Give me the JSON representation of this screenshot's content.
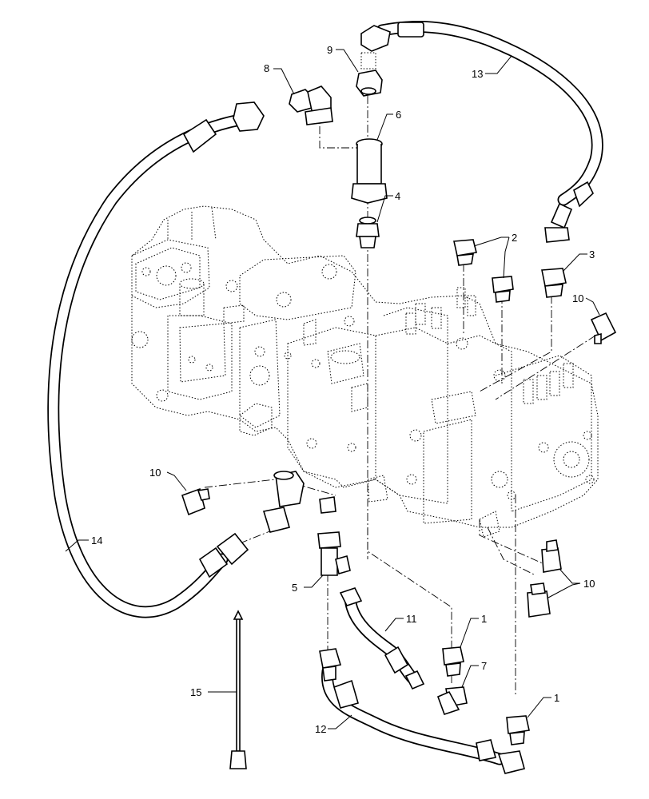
{
  "callouts": [
    {
      "id": "c9",
      "text": "9"
    },
    {
      "id": "c13",
      "text": "13"
    },
    {
      "id": "c8",
      "text": "8"
    },
    {
      "id": "c6",
      "text": "6"
    },
    {
      "id": "c4",
      "text": "4"
    },
    {
      "id": "c2",
      "text": "2"
    },
    {
      "id": "c3",
      "text": "3"
    },
    {
      "id": "c10a",
      "text": "10"
    },
    {
      "id": "c10b",
      "text": "10"
    },
    {
      "id": "c10c",
      "text": "10"
    },
    {
      "id": "c14",
      "text": "14"
    },
    {
      "id": "c5",
      "text": "5"
    },
    {
      "id": "c11",
      "text": "11"
    },
    {
      "id": "c1a",
      "text": "1"
    },
    {
      "id": "c7",
      "text": "7"
    },
    {
      "id": "c1b",
      "text": "1"
    },
    {
      "id": "c15",
      "text": "15"
    },
    {
      "id": "c12",
      "text": "12"
    }
  ]
}
